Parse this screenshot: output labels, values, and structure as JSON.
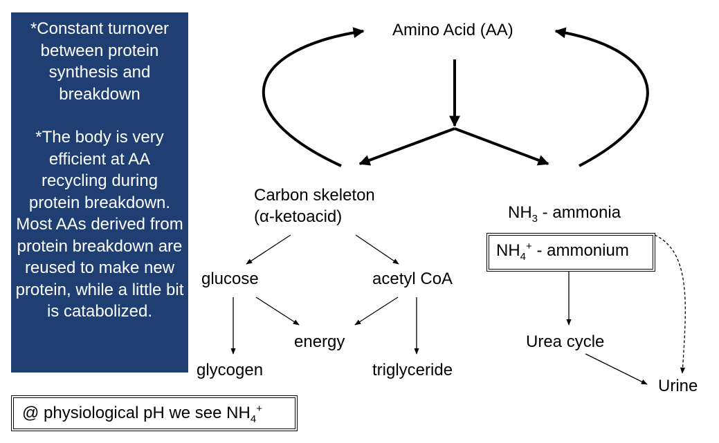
{
  "note_box": {
    "para1": "*Constant turnover between protein synthesis and breakdown",
    "para2": "*The body is very efficient at AA recycling during protein breakdown. Most AAs derived from protein breakdown are reused to make new protein, while a little bit is catabolized."
  },
  "nodes": {
    "amino_acid": "Amino Acid (AA)",
    "carbon_skeleton_line1": "Carbon skeleton",
    "carbon_skeleton_line2": "(α-ketoacid)",
    "nh3_prefix": "NH",
    "nh3_sub": "3",
    "nh3_suffix": " - ammonia",
    "nh4_prefix": "NH",
    "nh4_sub": "4",
    "nh4_sup": "+",
    "nh4_suffix": " - ammonium",
    "glucose": "glucose",
    "acetyl_coa": "acetyl CoA",
    "energy": "energy",
    "glycogen": "glycogen",
    "triglyceride": "triglyceride",
    "urea_cycle": "Urea cycle",
    "urine": "Urine"
  },
  "footer_box": {
    "prefix": "@ physiological pH we see NH",
    "sub": "4",
    "sup": "+"
  },
  "colors": {
    "note_box_bg": "#1f3f73",
    "note_box_text": "#ffffff",
    "line": "#000000"
  }
}
